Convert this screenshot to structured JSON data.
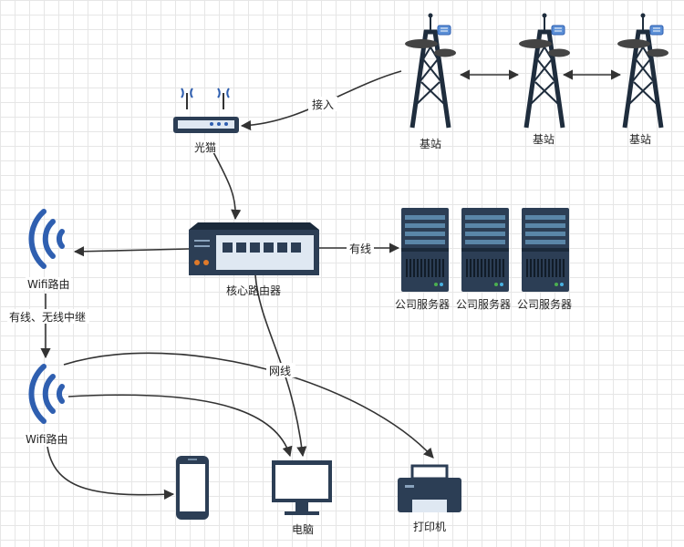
{
  "nodes": {
    "modem": "光猫",
    "tower1": "基站",
    "tower2": "基站",
    "tower3": "基站",
    "core_router": "核心路由器",
    "server1": "公司服务器",
    "server2": "公司服务器",
    "server3": "公司服务器",
    "wifi1": "Wifi路由",
    "wifi2": "Wifi路由",
    "computer": "电脑",
    "printer": "打印机",
    "phone": ""
  },
  "edges": {
    "access": "接入",
    "wired": "有线",
    "relay": "有线、无线中继",
    "cable": "网线"
  },
  "colors": {
    "line": "#333333",
    "device_dark": "#2c3e55",
    "wifi_blue": "#2f5fb0",
    "port_blue": "#dfe8f2",
    "accent_orange": "#e07a2a"
  }
}
